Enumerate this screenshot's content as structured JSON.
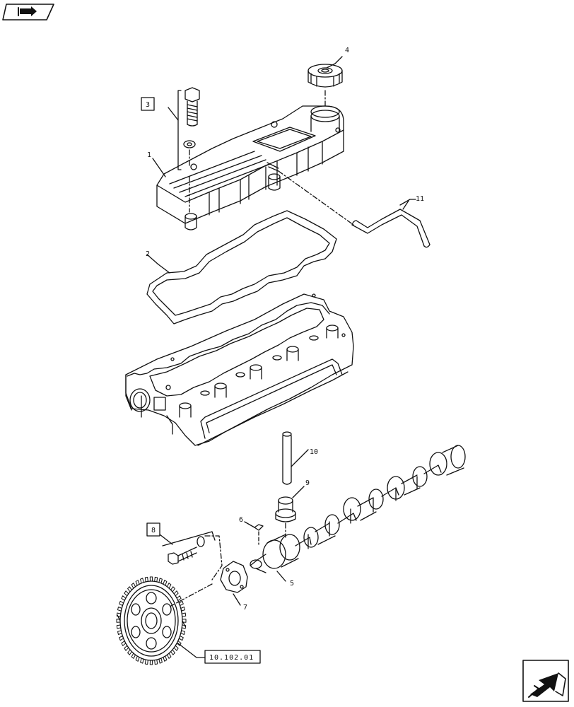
{
  "callouts": {
    "c1": "1",
    "c2": "2",
    "c3": "3",
    "c4": "4",
    "c5": "5",
    "c6": "6",
    "c7": "7",
    "c8": "8",
    "c9": "9",
    "c10": "10",
    "c11": "11"
  },
  "reference": {
    "label": "10.102.01"
  },
  "nav": {
    "back_icon": "back-arrow-icon",
    "next_icon": "next-arrow-icon"
  },
  "colors": {
    "line": "#111111",
    "background": "#ffffff"
  }
}
